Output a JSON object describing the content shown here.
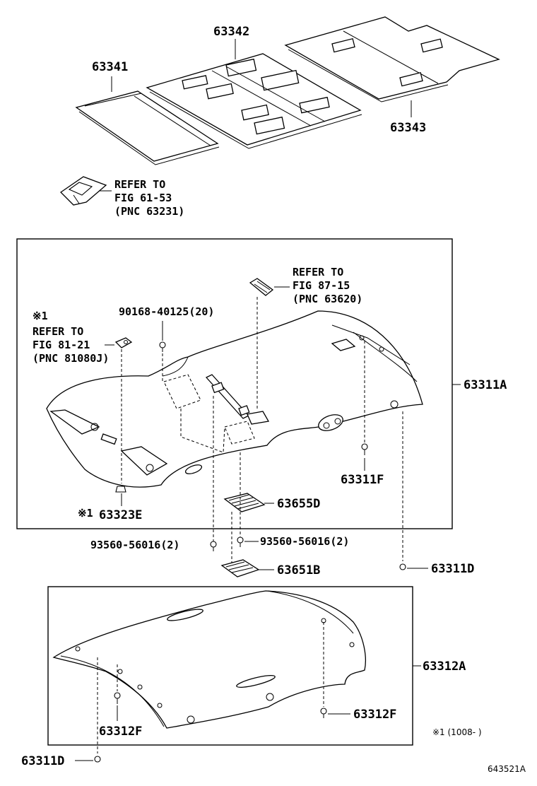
{
  "labels": {
    "p63341": "63341",
    "p63342": "63342",
    "p63343": "63343",
    "ref1_line1": "REFER TO",
    "ref1_line2": "FIG 61-53",
    "ref1_line3": "(PNC 63231)",
    "ref2_line1": "REFER TO",
    "ref2_line2": "FIG 87-15",
    "ref2_line3": "(PNC 63620)",
    "note_mark": "※1",
    "ref3_line1": "REFER TO",
    "ref3_line2": "FIG 81-21",
    "ref3_line3": "(PNC 81080J)",
    "p90168": "90168-40125(20)",
    "p63311A": "63311A",
    "p63311F": "63311F",
    "p63323E_mark": "※1",
    "p63323E": "63323E",
    "p63655D": "63655D",
    "p93560_left": "93560-56016(2)",
    "p93560_right": "93560-56016(2)",
    "p63311D_right": "63311D",
    "p63651B": "63651B",
    "p63312A": "63312A",
    "p63312F_left": "63312F",
    "p63312F_right": "63312F",
    "p63311D_bottom": "63311D",
    "footnote": "※1 (1008-    )",
    "figure_code": "643521A"
  }
}
